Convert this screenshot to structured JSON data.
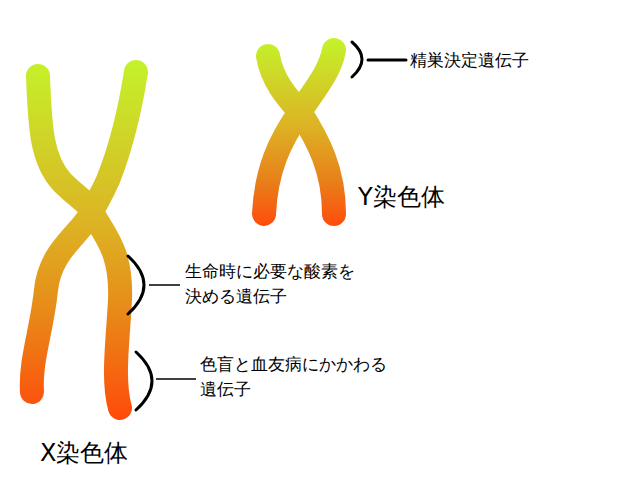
{
  "diagram": {
    "labels": [
      "精巣決定遺伝子",
      "Y染色体",
      "生命時に必要な酸素を 決める遺伝子",
      "色盲と血友病にかかわる 遺伝子",
      "X染色体"
    ]
  }
}
